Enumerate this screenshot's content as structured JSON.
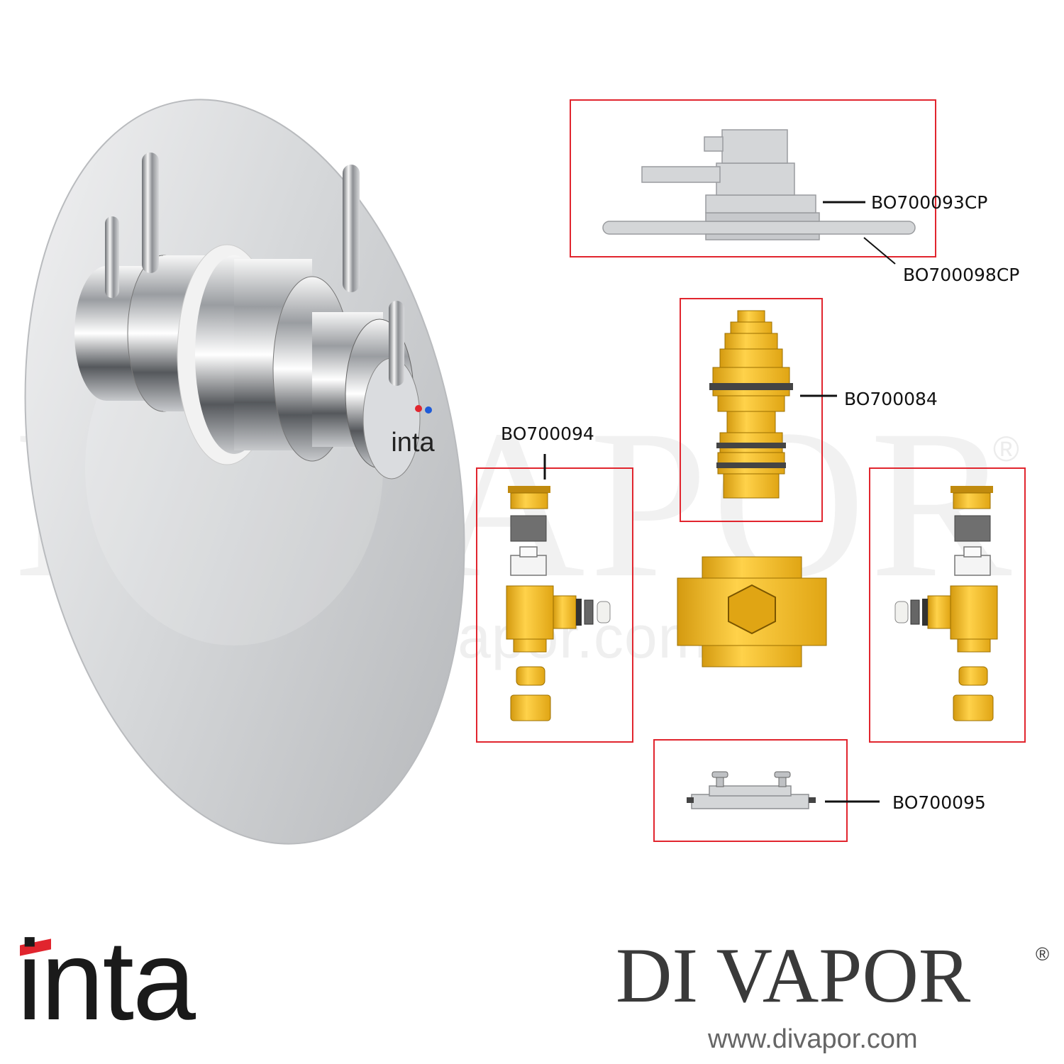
{
  "watermark": {
    "brand": "DI VAPOR",
    "registered": "®",
    "url": "www.divapor.com"
  },
  "product": {
    "knob_logo": "inta",
    "hot_color": "#e1252e",
    "cold_color": "#1e5bd8"
  },
  "parts": [
    {
      "id": "BO700093CP"
    },
    {
      "id": "BO700098CP"
    },
    {
      "id": "BO700084"
    },
    {
      "id": "BO700094"
    },
    {
      "id": "BO700095"
    }
  ],
  "colors": {
    "box_border": "#e1252e",
    "brass": "#f2b81d",
    "chrome": "#c9cbce"
  },
  "footer": {
    "left_brand": "inta",
    "right_brand": "DI VAPOR",
    "right_registered": "®",
    "right_url": "www.divapor.com"
  }
}
